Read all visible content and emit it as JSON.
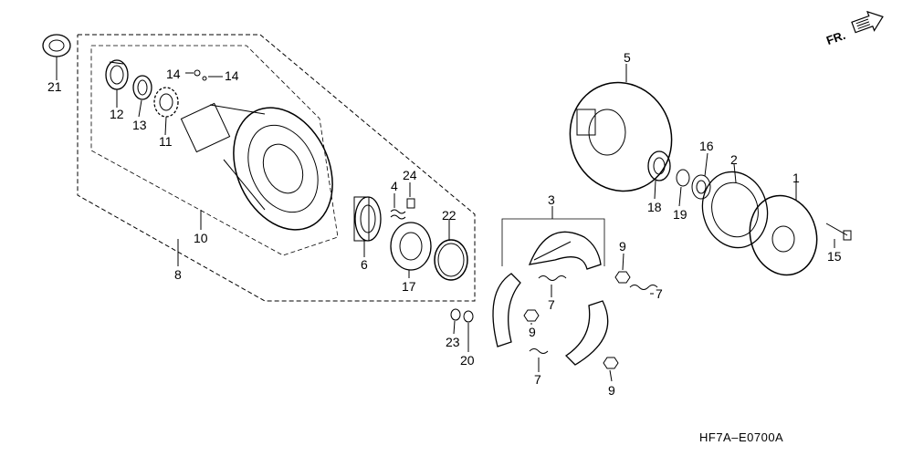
{
  "diagram_code": "HF7A–E0700A",
  "direction_label": "FR.",
  "part_labels": [
    {
      "id": "lbl-21",
      "text": "21"
    },
    {
      "id": "lbl-12",
      "text": "12"
    },
    {
      "id": "lbl-13",
      "text": "13"
    },
    {
      "id": "lbl-11",
      "text": "11"
    },
    {
      "id": "lbl-14a",
      "text": "14"
    },
    {
      "id": "lbl-14b",
      "text": "14"
    },
    {
      "id": "lbl-10",
      "text": "10"
    },
    {
      "id": "lbl-8",
      "text": "8"
    },
    {
      "id": "lbl-4",
      "text": "4"
    },
    {
      "id": "lbl-24",
      "text": "24"
    },
    {
      "id": "lbl-22",
      "text": "22"
    },
    {
      "id": "lbl-6",
      "text": "6"
    },
    {
      "id": "lbl-17",
      "text": "17"
    },
    {
      "id": "lbl-3",
      "text": "3"
    },
    {
      "id": "lbl-5",
      "text": "5"
    },
    {
      "id": "lbl-16",
      "text": "16"
    },
    {
      "id": "lbl-2",
      "text": "2"
    },
    {
      "id": "lbl-1",
      "text": "1"
    },
    {
      "id": "lbl-18",
      "text": "18"
    },
    {
      "id": "lbl-19",
      "text": "19"
    },
    {
      "id": "lbl-15",
      "text": "15"
    },
    {
      "id": "lbl-9a",
      "text": "9"
    },
    {
      "id": "lbl-9b",
      "text": "9"
    },
    {
      "id": "lbl-9c",
      "text": "9"
    },
    {
      "id": "lbl-7a",
      "text": "7"
    },
    {
      "id": "lbl-7b",
      "text": "7"
    },
    {
      "id": "lbl-7c",
      "text": "7"
    },
    {
      "id": "lbl-23",
      "text": "23"
    },
    {
      "id": "lbl-20",
      "text": "20"
    }
  ]
}
